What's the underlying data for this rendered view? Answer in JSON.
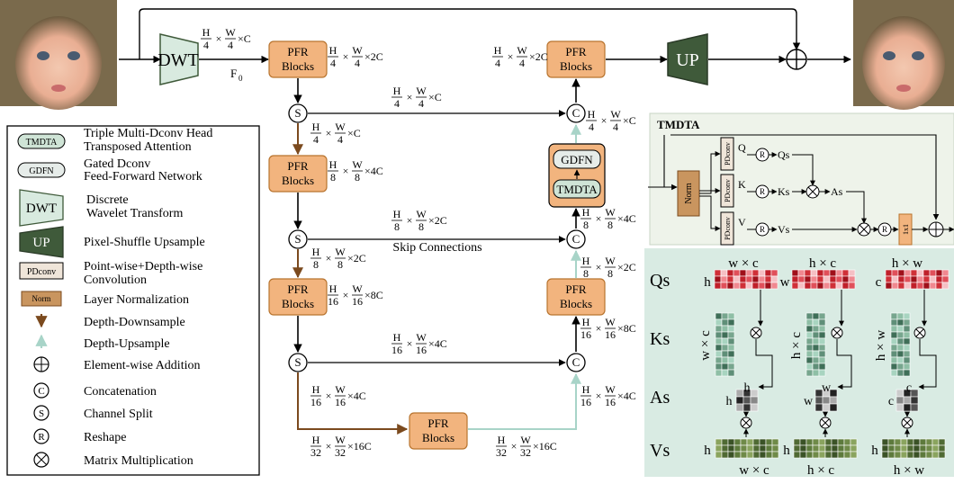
{
  "blocks": {
    "dwt": "DWT",
    "up": "UP",
    "pfr_line1": "PFR",
    "pfr_line2": "Blocks",
    "gdfn": "GDFN",
    "tmdta": "TMDTA"
  },
  "symbols": {
    "split": "S",
    "concat": "C",
    "reshape": "R"
  },
  "labels": {
    "f0": "F",
    "f0_sub": "0",
    "skip_connections": "Skip Connections"
  },
  "dims": {
    "H": "H",
    "W": "W",
    "h": "h",
    "w": "w",
    "c": "c",
    "times": "×",
    "d4": "4",
    "d8": "8",
    "d16": "16",
    "d32": "32",
    "C": "C",
    "x2C": "×2C",
    "x4C": "×4C",
    "x8C": "×8C",
    "x16C": "×16C"
  },
  "legend": [
    {
      "symbol": "TMDTA",
      "line1": "Triple Multi-Dconv Head",
      "line2": "Transposed Attention"
    },
    {
      "symbol": "GDFN",
      "line1": "Gated Dconv",
      "line2": "Feed-Forward Network"
    },
    {
      "symbol": "DWT",
      "line1": "Discrete",
      "line2": "Wavelet Transform"
    },
    {
      "symbol": "UP",
      "line1": "Pixel-Shuffle Upsample",
      "line2": ""
    },
    {
      "symbol": "PDconv",
      "line1": "Point-wise+Depth-wise",
      "line2": "Convolution"
    },
    {
      "symbol": "Norm",
      "line1": "Layer Normalization",
      "line2": ""
    },
    {
      "symbol": "",
      "line1": "Depth-Downsample",
      "line2": ""
    },
    {
      "symbol": "",
      "line1": "Depth-Upsample",
      "line2": ""
    },
    {
      "symbol": "",
      "line1": "Element-wise Addition",
      "line2": ""
    },
    {
      "symbol": "C",
      "line1": "Concatenation",
      "line2": ""
    },
    {
      "symbol": "S",
      "line1": "Channel Split",
      "line2": ""
    },
    {
      "symbol": "R",
      "line1": "Reshape",
      "line2": ""
    },
    {
      "symbol": "",
      "line1": "Matrix Multiplication",
      "line2": ""
    }
  ],
  "tmdta_panel": {
    "title": "TMDTA",
    "norm": "Norm",
    "pdconv": "PDconv",
    "q": "Q",
    "k": "K",
    "v": "V",
    "qs": "Qs",
    "ks": "Ks",
    "as": "As",
    "vs": "Vs",
    "conv1x1": "1x1"
  },
  "attention_panel": {
    "row_labels": [
      "Qs",
      "Ks",
      "As",
      "Vs"
    ],
    "dims_wc": "w × c",
    "dims_hc": "h × c",
    "dims_hw": "h × w"
  },
  "colors": {
    "pfr_fill": "#f2b47e",
    "pfr_stroke": "#b8742f",
    "dwt_fill": "#d8eadf",
    "up_fill": "#3f5a3a",
    "down_arrow": "#7b4a1e",
    "up_arrow": "#a8d4c8",
    "panel_bg": "#eef3ea",
    "attn_bg": "#d9ebe3",
    "norm_fill": "#c9955f",
    "pdconv_fill": "#efe5d9"
  }
}
